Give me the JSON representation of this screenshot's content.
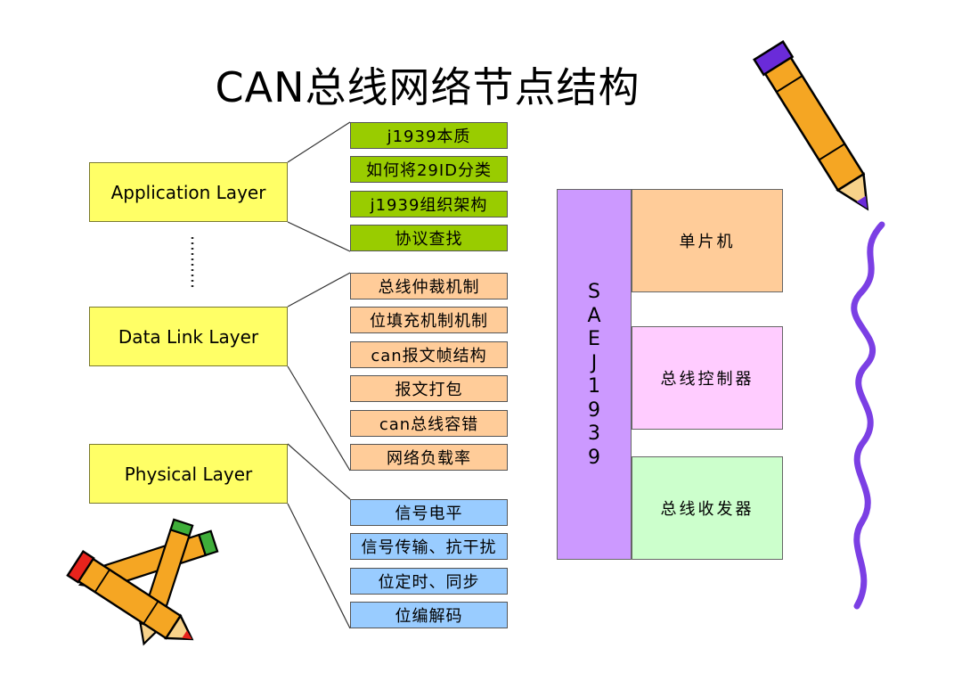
{
  "title": "CAN总线网络节点结构",
  "layers": [
    "Application Layer",
    "Data Link Layer",
    "Physical Layer"
  ],
  "application_topics": [
    "j1939本质",
    "如何将29ID分类",
    "j1939组织架构",
    "协议查找"
  ],
  "datalink_topics": [
    "总线仲裁机制",
    "位填充机制机制",
    "can报文帧结构",
    "报文打包",
    "can总线容错",
    "网络负载率"
  ],
  "physical_topics": [
    "信号电平",
    "信号传输、抗干扰",
    "位定时、同步",
    "位编解码"
  ],
  "standard_label": [
    "S",
    "A",
    "E",
    "J",
    "1",
    "9",
    "3",
    "9"
  ],
  "components": [
    "单片机",
    "总线控制器",
    "总线收发器"
  ],
  "colors": {
    "layer": "#ffff66",
    "application": "#99cc00",
    "datalink": "#ffcc99",
    "physical": "#99ccff",
    "standard": "#cc99ff",
    "mcu": "#ffcc99",
    "controller": "#ffccff",
    "transceiver": "#ccffcc"
  }
}
